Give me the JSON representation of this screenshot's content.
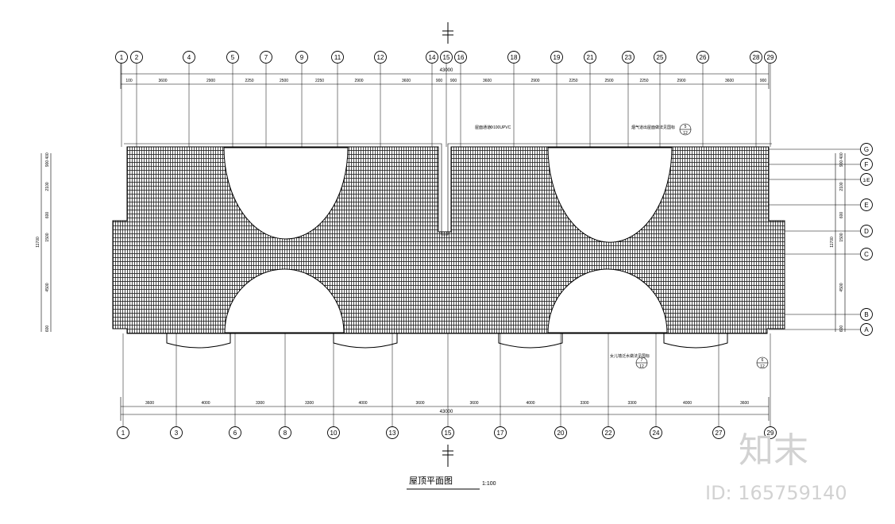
{
  "title": "屋顶平面图",
  "scale": "1:100",
  "top_axes": [
    "1",
    "2",
    "4",
    "5",
    "7",
    "9",
    "11",
    "12",
    "14",
    "15",
    "16",
    "18",
    "19",
    "21",
    "23",
    "25",
    "26",
    "28",
    "29"
  ],
  "bottom_axes": [
    "1",
    "3",
    "6",
    "8",
    "10",
    "13",
    "15",
    "17",
    "20",
    "22",
    "24",
    "27",
    "29"
  ],
  "right_axes": [
    "G",
    "F",
    "1/E",
    "E",
    "D",
    "C",
    "B",
    "A"
  ],
  "top_total": "43000",
  "bottom_total": "43000",
  "top_dims": [
    "100",
    "3600",
    "2900",
    "2250",
    "2500",
    "2250",
    "2900",
    "3600",
    "900",
    "900",
    "3600",
    "2900",
    "2250",
    "2500",
    "2250",
    "2900",
    "3600",
    "900"
  ],
  "bottom_dims": [
    "3600",
    "4000",
    "3300",
    "3300",
    "4000",
    "3600",
    "3600",
    "4000",
    "3300",
    "3300",
    "4000",
    "3600"
  ],
  "left_dims": [
    "400",
    "900",
    "2100",
    "600",
    "1500",
    "4500",
    "600"
  ],
  "left_total": "11700",
  "right_dims": [
    "400",
    "900",
    "2100",
    "600",
    "1500",
    "4500",
    "600"
  ],
  "right_total": "11700",
  "annotations": {
    "ridge_note": "屋面通道",
    "pipe_note": "Φ100UPVC",
    "detail_top": "5/12",
    "detail_right1": "7/12",
    "detail_right2": "6/12",
    "note_gutter": "女儿墙泛水做法见国标",
    "note_top_right": "烟气道出屋面做法见国标"
  },
  "watermark": {
    "logo": "知末",
    "id": "ID: 165759140"
  }
}
